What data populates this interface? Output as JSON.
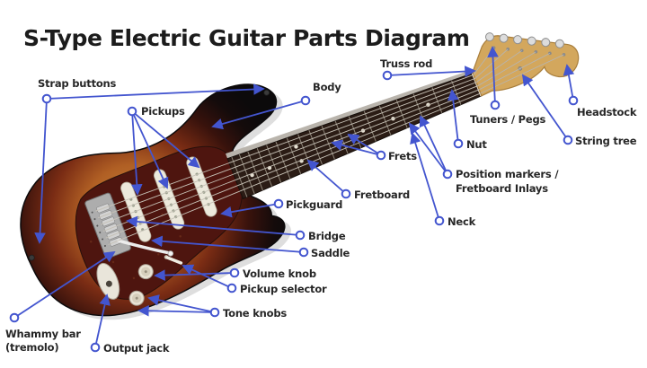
{
  "title": "S-Type Electric Guitar Parts Diagram",
  "colors": {
    "callout_blue": "#4355cf",
    "label_text": "#262626",
    "title_text": "#1c1c1c"
  },
  "labels": {
    "strap_buttons": "Strap buttons",
    "pickups": "Pickups",
    "body": "Body",
    "truss_rod": "Truss rod",
    "tuners_pegs": "Tuners / Pegs",
    "headstock": "Headstock",
    "string_tree": "String tree",
    "nut": "Nut",
    "frets": "Frets",
    "position_markers_line1": "Position markers /",
    "position_markers_line2": "Fretboard Inlays",
    "fretboard": "Fretboard",
    "neck": "Neck",
    "pickguard": "Pickguard",
    "bridge": "Bridge",
    "saddle": "Saddle",
    "volume_knob": "Volume knob",
    "pickup_selector": "Pickup selector",
    "tone_knobs": "Tone knobs",
    "whammy_bar_line1": "Whammy bar",
    "whammy_bar_line2": "(tremolo)",
    "output_jack": "Output jack"
  }
}
